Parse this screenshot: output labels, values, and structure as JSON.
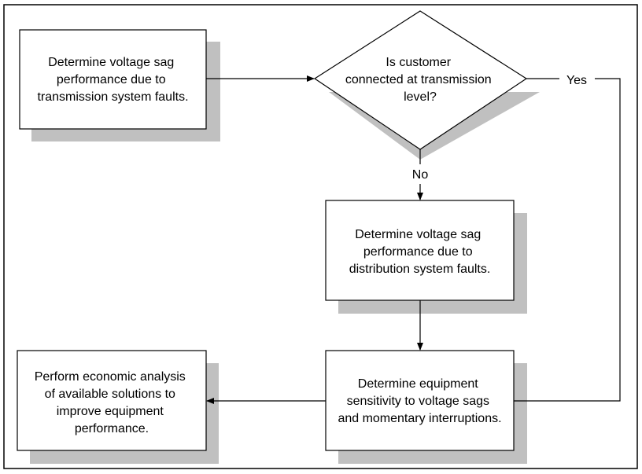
{
  "diagram": {
    "type": "flowchart",
    "colors": {
      "stroke": "#000000",
      "shadow": "#c0c0c0",
      "fill": "#ffffff"
    },
    "nodes": [
      {
        "id": "transmission",
        "shape": "process",
        "lines": [
          "Determine voltage sag",
          "performance due to",
          "transmission system faults."
        ]
      },
      {
        "id": "decision",
        "shape": "decision",
        "lines": [
          "Is customer",
          "connected at transmission",
          "level?"
        ]
      },
      {
        "id": "distribution",
        "shape": "process",
        "lines": [
          "Determine voltage sag",
          "performance due to",
          "distribution system faults."
        ]
      },
      {
        "id": "sensitivity",
        "shape": "process",
        "lines": [
          "Determine equipment",
          "sensitivity to voltage sags",
          "and momentary interruptions."
        ]
      },
      {
        "id": "economic",
        "shape": "process",
        "lines": [
          "Perform economic analysis",
          "of available solutions to",
          "improve equipment",
          "performance."
        ]
      }
    ],
    "edges": [
      {
        "from": "transmission",
        "to": "decision",
        "label": ""
      },
      {
        "from": "decision",
        "to": "distribution",
        "label": "No"
      },
      {
        "from": "decision",
        "to": "sensitivity",
        "label": "Yes"
      },
      {
        "from": "distribution",
        "to": "sensitivity",
        "label": ""
      },
      {
        "from": "sensitivity",
        "to": "economic",
        "label": ""
      }
    ],
    "labels": {
      "yes": "Yes",
      "no": "No"
    }
  }
}
